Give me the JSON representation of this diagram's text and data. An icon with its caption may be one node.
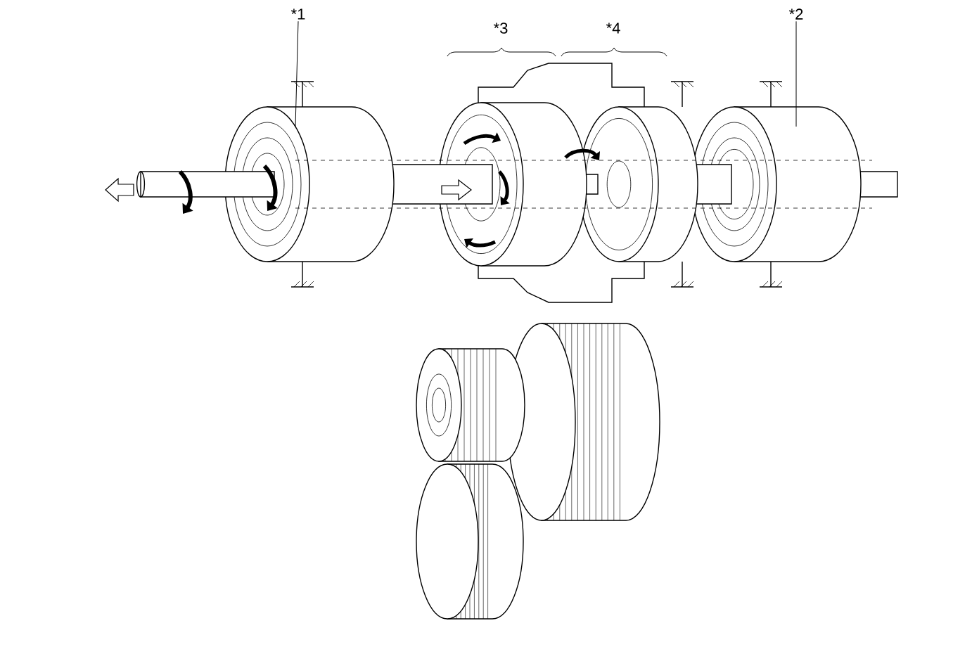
{
  "diagram": {
    "nodes": [
      {
        "text": [
          "*1"
        ]
      },
      {
        "text": [
          "*2"
        ]
      }
    ],
    "edges": [
      {
        "from": 0,
        "to": null,
        "arrow": "none"
      },
      {
        "from": 1,
        "to": null,
        "arrow": "none"
      }
    ],
    "labels": [
      "*3",
      "*4"
    ]
  }
}
